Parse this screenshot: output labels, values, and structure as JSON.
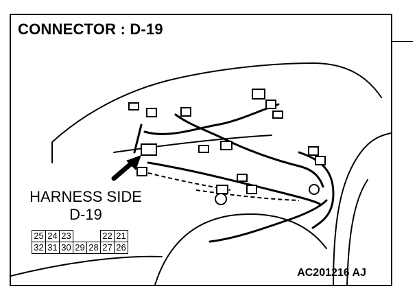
{
  "title": "CONNECTOR : D-19",
  "harness_side": {
    "line1": "HARNESS SIDE",
    "line2": "D-19"
  },
  "connector_pins": {
    "top_row": [
      "25",
      "24",
      "23",
      "",
      "22",
      "21"
    ],
    "bottom_row": [
      "32",
      "31",
      "30",
      "29",
      "28",
      "27",
      "26"
    ]
  },
  "part_code": "AC201216 AJ"
}
